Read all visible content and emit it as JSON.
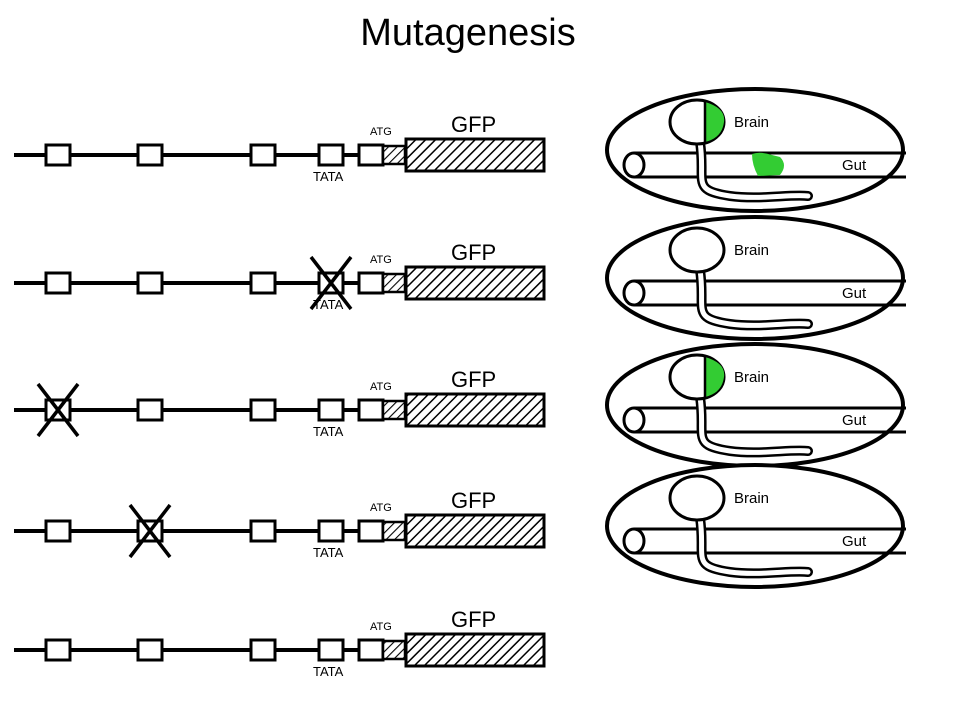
{
  "title": "Mutagenesis",
  "highlight_color": "#33cc33",
  "line_color": "#000000",
  "constructs": [
    {
      "gfp_label": "GFP",
      "atg_label": "ATG",
      "tata_label": "TATA",
      "mutated_element": null,
      "larva": {
        "brain_label": "Brain",
        "gut_label": "Gut",
        "brain_gfp": true,
        "gut_gfp": true
      }
    },
    {
      "gfp_label": "GFP",
      "atg_label": "ATG",
      "tata_label": "TATA",
      "mutated_element": "TATA box",
      "larva": {
        "brain_label": "Brain",
        "gut_label": "Gut",
        "brain_gfp": false,
        "gut_gfp": false
      }
    },
    {
      "gfp_label": "GFP",
      "atg_label": "ATG",
      "tata_label": "TATA",
      "mutated_element": "element 1",
      "larva": {
        "brain_label": "Brain",
        "gut_label": "Gut",
        "brain_gfp": true,
        "gut_gfp": false
      }
    },
    {
      "gfp_label": "GFP",
      "atg_label": "ATG",
      "tata_label": "TATA",
      "mutated_element": "element 2",
      "larva": {
        "brain_label": "Brain",
        "gut_label": "Gut",
        "brain_gfp": false,
        "gut_gfp": false
      }
    },
    {
      "gfp_label": "GFP",
      "atg_label": "ATG",
      "tata_label": "TATA",
      "mutated_element": null,
      "larva": null
    }
  ]
}
